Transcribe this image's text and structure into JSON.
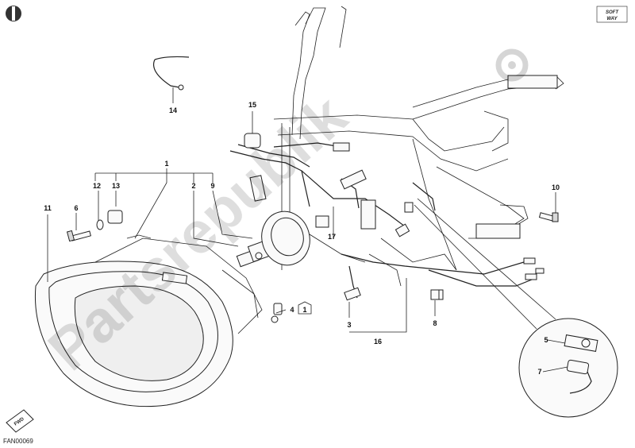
{
  "diagram": {
    "callouts": [
      {
        "id": "1",
        "label": "1"
      },
      {
        "id": "2",
        "label": "2"
      },
      {
        "id": "3",
        "label": "3"
      },
      {
        "id": "4",
        "label": "4"
      },
      {
        "id": "5",
        "label": "5"
      },
      {
        "id": "6",
        "label": "6"
      },
      {
        "id": "7",
        "label": "7"
      },
      {
        "id": "8",
        "label": "8"
      },
      {
        "id": "9",
        "label": "9"
      },
      {
        "id": "10",
        "label": "10"
      },
      {
        "id": "11",
        "label": "11"
      },
      {
        "id": "12",
        "label": "12"
      },
      {
        "id": "13",
        "label": "13"
      },
      {
        "id": "14",
        "label": "14"
      },
      {
        "id": "15",
        "label": "15"
      },
      {
        "id": "16",
        "label": "16"
      },
      {
        "id": "17",
        "label": "17"
      }
    ],
    "ref_badge": "1",
    "drawing_code": "FAN00069",
    "direction_tag": "FWD",
    "brand_logo": "SOFT WAY",
    "watermark": "Partsrepublik"
  }
}
